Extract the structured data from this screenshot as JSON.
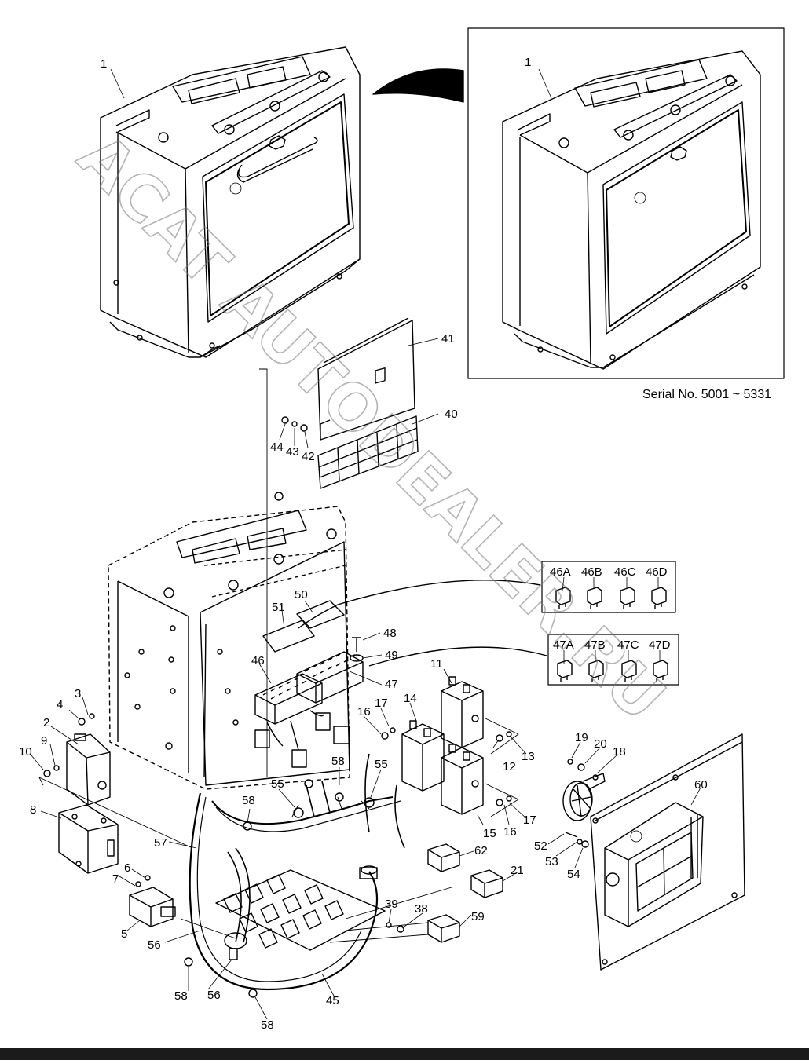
{
  "serial_note": "Serial No. 5001 ~ 5331",
  "watermark": "ACAT AUTODEALER.RU",
  "callouts": [
    "1",
    "1",
    "41",
    "40",
    "44",
    "43",
    "42",
    "51",
    "50",
    "48",
    "49",
    "46",
    "47",
    "11",
    "3",
    "4",
    "2",
    "9",
    "10",
    "8",
    "17",
    "16",
    "14",
    "12",
    "13",
    "58",
    "55",
    "55",
    "58",
    "57",
    "15",
    "16",
    "17",
    "7",
    "6",
    "5",
    "56",
    "56",
    "58",
    "58",
    "45",
    "39",
    "38",
    "59",
    "62",
    "21",
    "19",
    "20",
    "18",
    "60",
    "52",
    "53",
    "54",
    "46A",
    "46B",
    "46C",
    "46D",
    "47A",
    "47B",
    "47C",
    "47D"
  ]
}
